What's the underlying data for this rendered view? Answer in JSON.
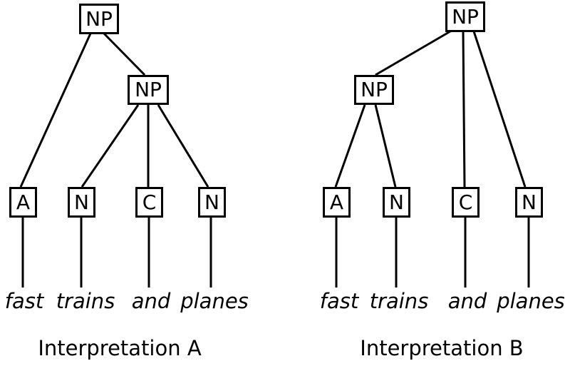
{
  "colors": {
    "background": "#ffffff",
    "line": "#000000",
    "text": "#000000"
  },
  "diagram": {
    "type": "syntax-parse-trees",
    "trees": [
      {
        "caption": "Interpretation A",
        "nodes": {
          "root": "NP",
          "inner": "NP",
          "pre1": "A",
          "pre2": "N",
          "pre3": "C",
          "pre4": "N"
        },
        "words": {
          "w1": "fast",
          "w2": "trains",
          "w3": "and",
          "w4": "planes"
        },
        "edges": [
          [
            "root",
            "pre1"
          ],
          [
            "root",
            "inner"
          ],
          [
            "inner",
            "pre2"
          ],
          [
            "inner",
            "pre3"
          ],
          [
            "inner",
            "pre4"
          ],
          [
            "pre1",
            "w1"
          ],
          [
            "pre2",
            "w2"
          ],
          [
            "pre3",
            "w3"
          ],
          [
            "pre4",
            "w4"
          ]
        ]
      },
      {
        "caption": "Interpretation B",
        "nodes": {
          "root": "NP",
          "inner": "NP",
          "pre1": "A",
          "pre2": "N",
          "pre3": "C",
          "pre4": "N"
        },
        "words": {
          "w1": "fast",
          "w2": "trains",
          "w3": "and",
          "w4": "planes"
        },
        "edges": [
          [
            "root",
            "inner"
          ],
          [
            "root",
            "pre3"
          ],
          [
            "root",
            "pre4"
          ],
          [
            "inner",
            "pre1"
          ],
          [
            "inner",
            "pre2"
          ],
          [
            "pre1",
            "w1"
          ],
          [
            "pre2",
            "w2"
          ],
          [
            "pre3",
            "w3"
          ],
          [
            "pre4",
            "w4"
          ]
        ]
      }
    ]
  }
}
